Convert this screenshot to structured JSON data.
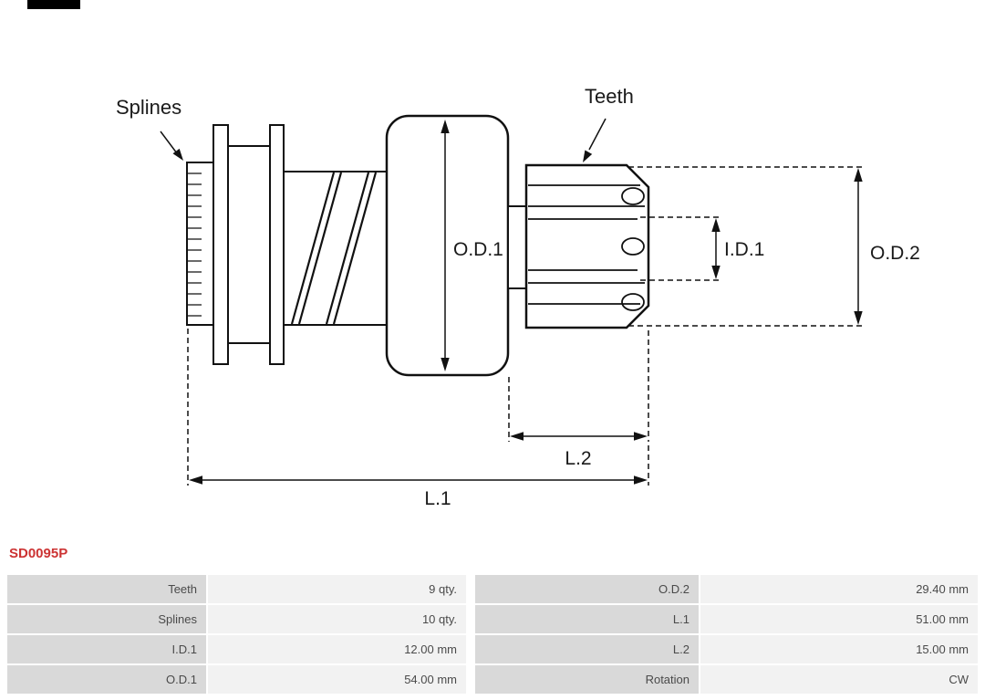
{
  "part": {
    "number": "SD0095P"
  },
  "diagram": {
    "splines_label": "Splines",
    "teeth_label": "Teeth",
    "od1_label": "O.D.1",
    "id1_label": "I.D.1",
    "od2_label": "O.D.2",
    "l1_label": "L.1",
    "l2_label": "L.2"
  },
  "spec_table": {
    "rows": [
      {
        "param1": "Teeth",
        "value1": "9 qty.",
        "param2": "O.D.2",
        "value2": "29.40 mm"
      },
      {
        "param1": "Splines",
        "value1": "10 qty.",
        "param2": "L.1",
        "value2": "51.00 mm"
      },
      {
        "param1": "I.D.1",
        "value1": "12.00 mm",
        "param2": "L.2",
        "value2": "15.00 mm"
      },
      {
        "param1": "O.D.1",
        "value1": "54.00 mm",
        "param2": "Rotation",
        "value2": "CW"
      }
    ]
  },
  "colors": {
    "part_number": "#cc3333",
    "table_label_bg": "#d9d9d9",
    "table_value_bg": "#f2f2f2",
    "drawing_stroke": "#111111"
  }
}
